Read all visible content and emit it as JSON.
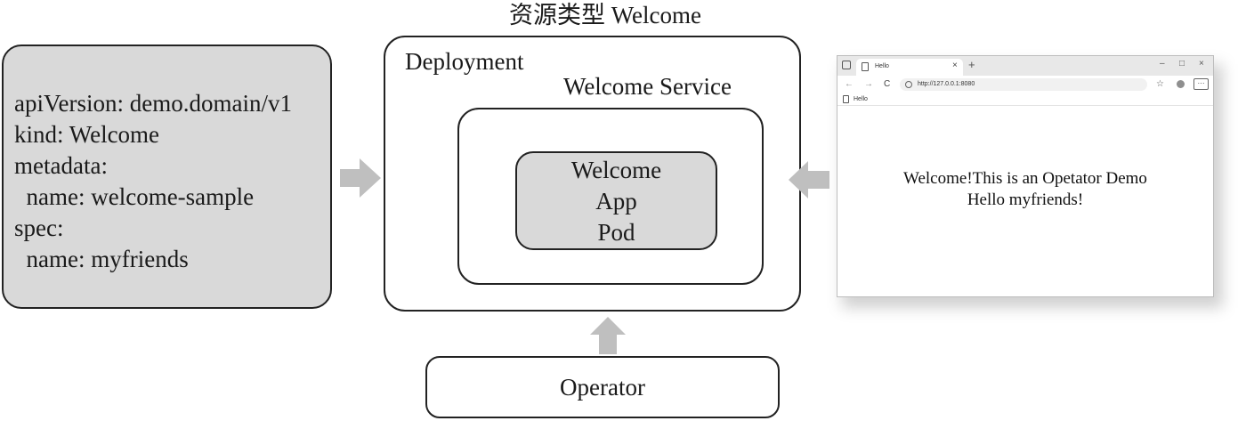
{
  "diagram": {
    "title": "资源类型 Welcome",
    "yaml_lines": [
      "apiVersion: demo.domain/v1",
      "kind: Welcome",
      "metadata:",
      "  name: welcome-sample",
      "spec:",
      "  name: myfriends"
    ],
    "deployment_label": "Deployment",
    "service_label": "Welcome Service",
    "pod_lines": [
      "Welcome",
      "App",
      "Pod"
    ],
    "operator_label": "Operator",
    "colors": {
      "box_fill_gray": "#d9d9d9",
      "arrow_gray": "#bfbfbf",
      "border": "#222222"
    }
  },
  "browser": {
    "tab_title": "Hello",
    "tab_close": "×",
    "new_tab": "+",
    "window_controls": [
      "–",
      "□",
      "×"
    ],
    "nav_icons": [
      "back-arrow-icon",
      "forward-arrow-icon",
      "refresh-icon"
    ],
    "nav_glyphs": [
      "←",
      "→",
      "C"
    ],
    "url": "http://127.0.0.1:8080",
    "star_glyph": "☆",
    "menu_glyph": "···",
    "bookmark_label": "Hello",
    "page_lines": [
      "Welcome!This is an Opetator Demo",
      "Hello myfriends!"
    ]
  }
}
